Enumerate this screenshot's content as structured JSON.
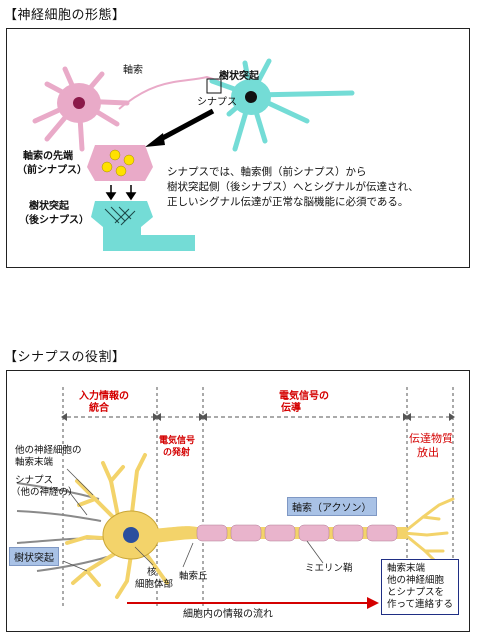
{
  "section1": {
    "heading": "【神経細胞の形態】",
    "labels": {
      "axon": "軸索",
      "dendrite": "樹状突起",
      "synapse": "シナプス",
      "axon_terminal_line1": "軸索の先端",
      "axon_terminal_line2": "（前シナプス）",
      "dendrite_line1": "樹状突起",
      "dendrite_line2": "（後シナプス）"
    },
    "description": [
      "シナプスでは、軸索側（前シナプス）から",
      "樹状突起側（後シナプス）へとシグナルが伝達され、",
      "正しいシグナル伝達が正常な脳機能に必須である。"
    ]
  },
  "section2": {
    "heading": "【シナプスの役割】",
    "phases": {
      "integration_line1": "入力情報の",
      "integration_line2": "統合",
      "firing_line1": "電気信号",
      "firing_line2": "の発射",
      "conduction_line1": "電気信号の",
      "conduction_line2": "伝導",
      "release_line1": "伝達物質",
      "release_line2": "放出"
    },
    "labels": {
      "other_terminal_line1": "他の神経細胞の",
      "other_terminal_line2": "軸索末端",
      "synapse_line1": "シナプス",
      "synapse_line2": "（他の神経の）",
      "dendrite": "樹状突起",
      "nucleus": "核",
      "cell_body": "細胞体部",
      "axon_hillock": "軸索丘",
      "axon_tag": "軸索（アクソン）",
      "myelin": "ミエリン鞘",
      "flow": "細胞内の情報の流れ"
    },
    "terminal_box": [
      "軸索末端",
      "他の神経細胞",
      "とシナプスを",
      "作って連絡する"
    ]
  },
  "colors": {
    "neuron_pink": "#e9aac8",
    "neuron_cyan": "#74dcd6",
    "nucleus_dark": "#8b1a4a",
    "vesicle_yellow": "#ffe100",
    "red_text": "#d40000",
    "tag_blue": "#a9c2e6",
    "neuron_gold": "#f3d36a"
  }
}
